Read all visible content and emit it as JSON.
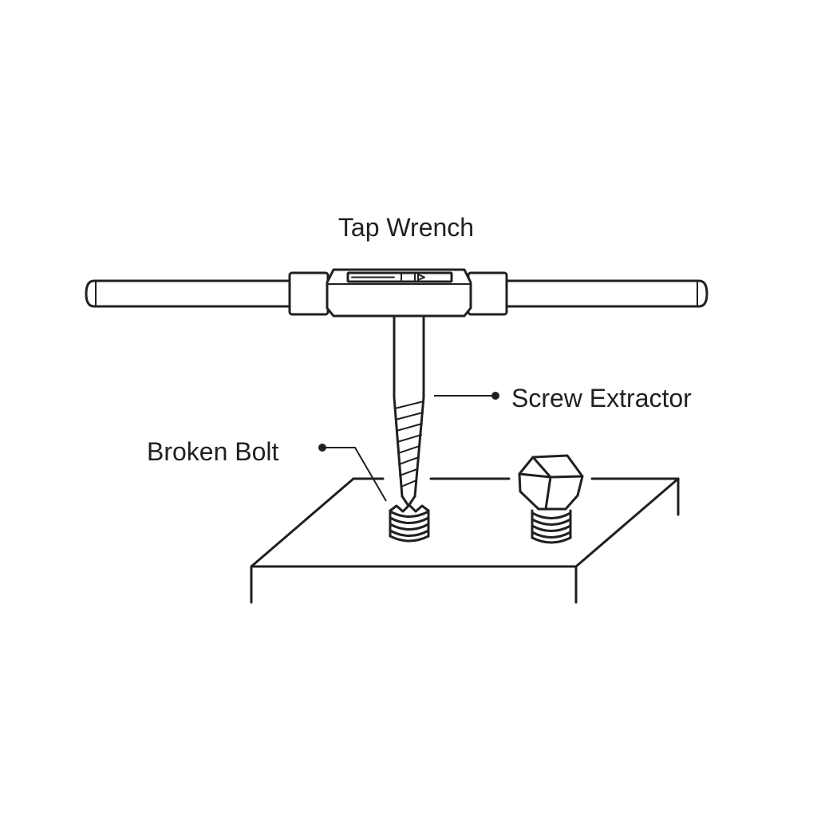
{
  "diagram": {
    "labels": {
      "tap_wrench": "Tap Wrench",
      "screw_extractor": "Screw Extractor",
      "broken_bolt": "Broken Bolt"
    },
    "line_color": "#231f20",
    "background_color": "#ffffff"
  }
}
